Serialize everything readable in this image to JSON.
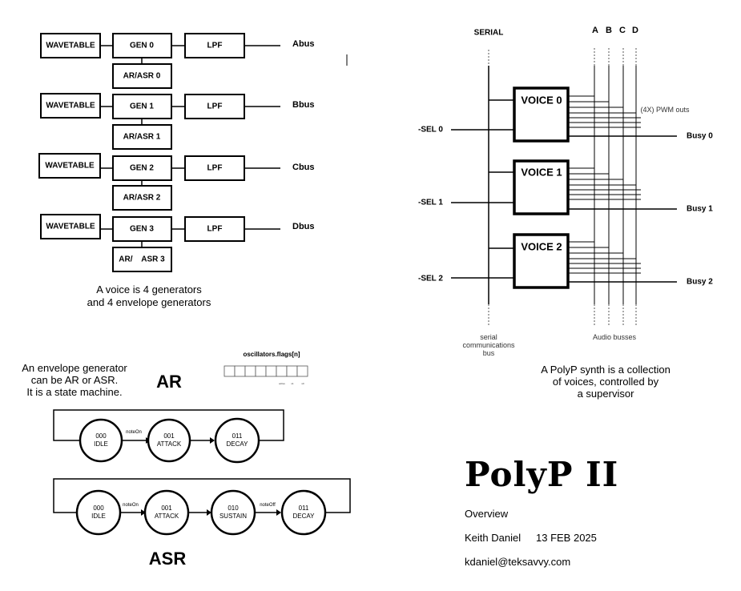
{
  "voice_diagram": {
    "wavetable_label": "WAVETABLE",
    "lpf_label": "LPF",
    "gens": [
      {
        "gen": "GEN 0",
        "env": "AR/ASR 0",
        "bus": "Abus"
      },
      {
        "gen": "GEN 1",
        "env": "AR/ASR 1",
        "bus": "Bbus"
      },
      {
        "gen": "GEN 2",
        "env": "AR/ASR 2",
        "bus": "Cbus"
      },
      {
        "gen": "GEN 3",
        "env": "AR/    ASR 3",
        "bus": "Dbus"
      }
    ],
    "caption": [
      "A voice is 4 generators",
      "and 4 envelope generators"
    ]
  },
  "polyp_diagram": {
    "serial_label": "SERIAL",
    "bus_letters": [
      "A",
      "B",
      "C",
      "D"
    ],
    "voices": [
      {
        "name": "VOICE 0",
        "sel": "-SEL  0",
        "busy": "Busy 0"
      },
      {
        "name": "VOICE 1",
        "sel": "-SEL  1",
        "busy": "Busy 1"
      },
      {
        "name": "VOICE 2",
        "sel": "-SEL  2",
        "busy": "Busy 2"
      }
    ],
    "pwm_note": "(4X) PWM outs",
    "serial_bus_caption": [
      "serial",
      "communications",
      "bus"
    ],
    "audio_bus_caption": "Audio busses",
    "caption": [
      "A PolyP synth is a collection",
      "of voices, controlled by",
      "a supervisor"
    ]
  },
  "envelope_diagram": {
    "intro": [
      "An envelope generator",
      "can be AR or ASR.",
      "It is a state machine."
    ],
    "flags_label": "oscillators.flags[n]",
    "flag_bits": [
      "active",
      "s1",
      "s0"
    ],
    "ar_title": "AR",
    "asr_title": "ASR",
    "ar_states": [
      {
        "code": "000",
        "name": "IDLE"
      },
      {
        "code": "001",
        "name": "ATTACK"
      },
      {
        "code": "011",
        "name": "DECAY"
      }
    ],
    "ar_transitions": [
      "noteOn"
    ],
    "asr_states": [
      {
        "code": "000",
        "name": "IDLE"
      },
      {
        "code": "001",
        "name": "ATTACK"
      },
      {
        "code": "010",
        "name": "SUSTAIN"
      },
      {
        "code": "011",
        "name": "DECAY"
      }
    ],
    "asr_transitions": [
      "noteOn",
      "noteOff"
    ]
  },
  "title_block": {
    "title": "PolyP II",
    "subtitle": "Overview",
    "author": "Keith Daniel",
    "date": "13 FEB 2025",
    "email": "kdaniel@teksavvy.com"
  }
}
